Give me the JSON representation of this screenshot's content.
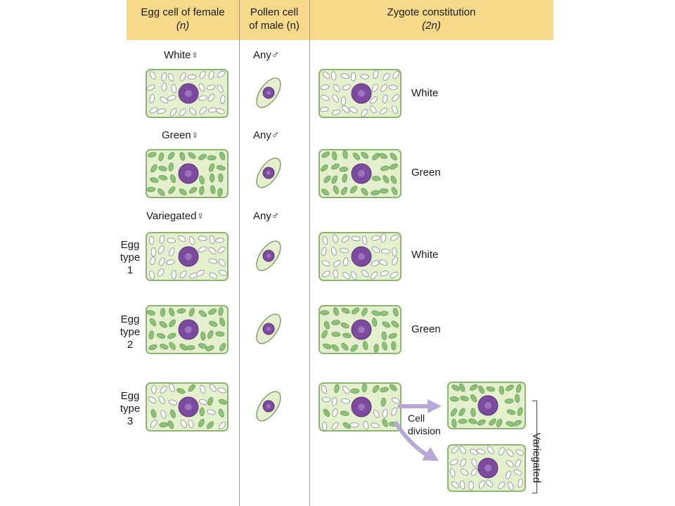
{
  "header": {
    "col1_title": "Egg cell of female",
    "col1_sub": "(n)",
    "col2_title_line1": "Pollen cell",
    "col2_title_line2": "of male (n)",
    "col3_title": "Zygote constitution",
    "col3_sub": "(2n)"
  },
  "rows": [
    {
      "female_label": "White♀",
      "male_label": "Any♂",
      "result": "White"
    },
    {
      "female_label": "Green♀",
      "male_label": "Any♂",
      "result": "Green"
    },
    {
      "female_label": "Variegated♀",
      "male_label": "Any♂",
      "result": "White",
      "egg_type": [
        "Egg",
        "type",
        "1"
      ]
    },
    {
      "result": "Green",
      "egg_type": [
        "Egg",
        "type",
        "2"
      ]
    },
    {
      "egg_type": [
        "Egg",
        "type",
        "3"
      ]
    }
  ],
  "cell_division": {
    "line1": "Cell",
    "line2": "division"
  },
  "variegated_label": "Variegated",
  "colors": {
    "header_bg": "#f7d989",
    "cell_fill": "#e3efcd",
    "cell_border": "#8fb374",
    "green_plastid": "#8cc177",
    "white_plastid": "#ffffff",
    "nucleus": "#7c4b9e",
    "arrow": "#b8a8d6"
  }
}
